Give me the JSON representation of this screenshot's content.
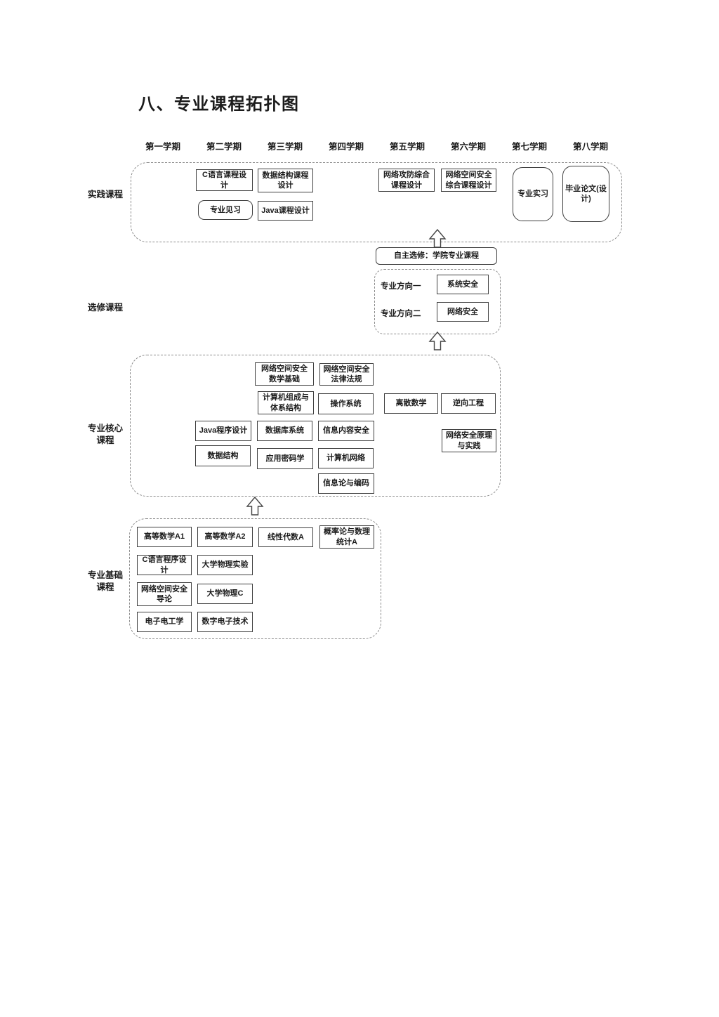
{
  "title": "八、专业课程拓扑图",
  "semesters": [
    "第一学期",
    "第二学期",
    "第三学期",
    "第四学期",
    "第五学期",
    "第六学期",
    "第七学期",
    "第八学期"
  ],
  "section_labels": {
    "practice": "实践课程",
    "elective": "选修课程",
    "core": "专业核心课程",
    "base": "专业基础课程"
  },
  "practice": {
    "c_design": "C语言课程设计",
    "ds_design": "数据结构课程设计",
    "observe": "专业见习",
    "java_design": "Java课程设计",
    "attack_defense_design": "网络攻防综合课程设计",
    "cyber_design": "网络空间安全综合课程设计",
    "internship": "专业实习",
    "thesis": "毕业论文(设计)"
  },
  "elective": {
    "self_elective": "自主选修：学院专业课程",
    "dir1": "专业方向一",
    "dir1_course": "系统安全",
    "dir2": "专业方向二",
    "dir2_course": "网络安全"
  },
  "core": {
    "math_foundation": "网络空间安全数学基础",
    "law": "网络空间安全法律法规",
    "comp_arch": "计算机组成与体系结构",
    "os": "操作系统",
    "discrete_math": "离散数学",
    "reverse_eng": "逆向工程",
    "java": "Java程序设计",
    "database": "数据库系统",
    "info_content_sec": "信息内容安全",
    "netsec_principles": "网络安全原理与实践",
    "data_structure": "数据结构",
    "applied_crypto": "应用密码学",
    "computer_network": "计算机网络",
    "info_theory": "信息论与编码"
  },
  "base": {
    "math_a1": "高等数学A1",
    "math_a2": "高等数学A2",
    "linear_algebra": "线性代数A",
    "probability": "概率论与数理统计A",
    "c_lang": "C语言程序设计",
    "physics_lab": "大学物理实验",
    "cyber_intro": "网络空间安全导论",
    "physics_c": "大学物理C",
    "electronics": "电子电工学",
    "digital_tech": "数字电子技术"
  }
}
